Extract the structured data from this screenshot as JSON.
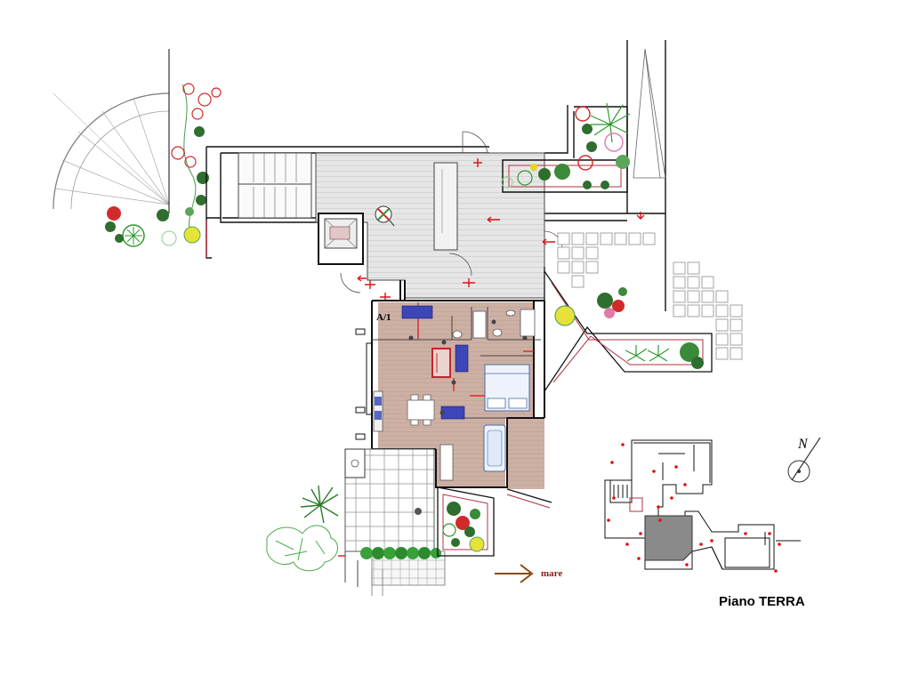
{
  "labels": {
    "unit": "A/1",
    "sea_arrow": "mare",
    "north": "N",
    "floor_title": "Piano TERRA"
  },
  "colors": {
    "wall": "#111111",
    "wall_red": "#b03040",
    "floor_wood": "#c8a99a",
    "floor_deck": "#d9d9d9",
    "tile_line": "#9a9a9a",
    "marker_red": "#e11010",
    "plant_green": "#2f9a2f",
    "flower_red": "#d22a2a",
    "flower_pink": "#e07aa8",
    "flower_yellow": "#e0d81a",
    "furniture_blue": "#3c46b8",
    "sea_arrow": "#8a4a10"
  },
  "icons": [
    "spiral-stair-icon",
    "straight-stair-icon",
    "compass-icon",
    "plant-icon",
    "flower-icon",
    "palm-icon",
    "bed-icon",
    "sofa-icon",
    "dining-table-icon",
    "bathtub-icon",
    "tree-icon"
  ]
}
